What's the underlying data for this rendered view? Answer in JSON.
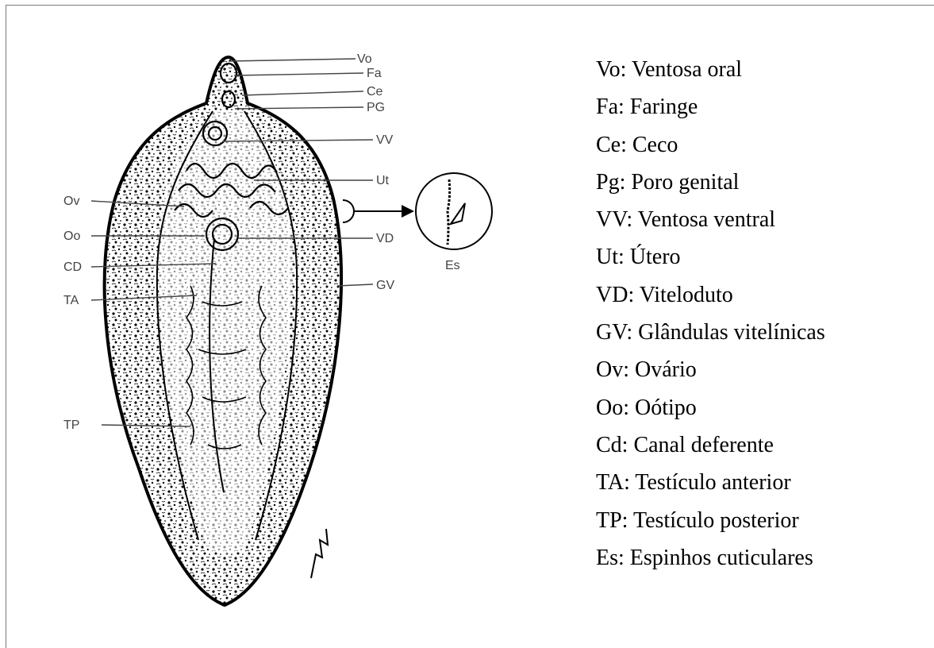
{
  "figure": {
    "labels": {
      "vo": "Vo",
      "fa": "Fa",
      "ce": "Ce",
      "pg": "PG",
      "vv": "VV",
      "ut": "Ut",
      "ov": "Ov",
      "oo": "Oo",
      "cd": "CD",
      "ta": "TA",
      "vd": "VD",
      "gv": "GV",
      "tp": "TP",
      "es": "Es"
    }
  },
  "legend": [
    {
      "abbr": "Vo",
      "text": "Vo: Ventosa oral"
    },
    {
      "abbr": "Fa",
      "text": "Fa: Faringe"
    },
    {
      "abbr": "Ce",
      "text": "Ce: Ceco"
    },
    {
      "abbr": "Pg",
      "text": "Pg: Poro genital"
    },
    {
      "abbr": "VV",
      "text": "VV: Ventosa ventral"
    },
    {
      "abbr": "Ut",
      "text": "Ut: Útero"
    },
    {
      "abbr": "VD",
      "text": "VD: Viteloduto"
    },
    {
      "abbr": "GV",
      "text": "GV: Glândulas vitelínicas"
    },
    {
      "abbr": "Ov",
      "text": "Ov: Ovário"
    },
    {
      "abbr": "Oo",
      "text": "Oo: Oótipo"
    },
    {
      "abbr": "Cd",
      "text": "Cd: Canal deferente"
    },
    {
      "abbr": "TA",
      "text": "TA: Testículo anterior"
    },
    {
      "abbr": "TP",
      "text": "TP: Testículo posterior"
    },
    {
      "abbr": "Es",
      "text": "Es: Espinhos cuticulares"
    }
  ],
  "colors": {
    "ink": "#000000",
    "label": "#444444",
    "frame": "#7a7a7a",
    "background": "#ffffff"
  }
}
